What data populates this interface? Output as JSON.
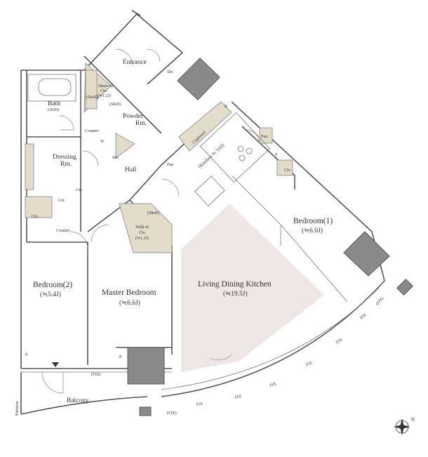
{
  "rooms": {
    "entrance": "Entrance",
    "shoes_in_clo": "Shoes-in",
    "shoes_in_clo_2": "Clo.",
    "shoes_in_size": "(≒1.2J)",
    "shelf_a": "(Shelf)",
    "shelf_b": "(Shelf)",
    "shelf_c": "(Shelf)",
    "bath": "Bath",
    "bath_size": "(1620)",
    "powder_1": "Powder",
    "powder_2": "Rm.",
    "counter_top": "Counter",
    "dressing_1": "Dressing",
    "dressing_2": "Rm.",
    "hall": "Hall",
    "lin_a": "Lin.",
    "lin_b": "Lin.",
    "clo_left": "Clo.",
    "counter_left": "Counter",
    "walkin_1": "Walk-in",
    "walkin_2": "Clo.",
    "walkin_size": "(≒1.1J)",
    "cupboard": "Cupboard",
    "kitchen": "(Kitchen ≒ 3.6J)",
    "pan_a": "Pan.",
    "pan_b": "Pan.",
    "clo_right": "Clo.",
    "sto": "Sto.",
    "sto2": "Sto.",
    "w": "W",
    "r": "R",
    "p_a": "P",
    "p_b": "P",
    "p_c": "P",
    "bedroom1": "Bedroom(1)",
    "bedroom1_size": "(≒6.0J)",
    "bedroom2": "Bedroom(2)",
    "bedroom2_size": "(≒5.4J)",
    "master": "Master Bedroom",
    "master_size": "(≒6.6J)",
    "ldk": "Living Dining Kitchen",
    "ldk_size": "(≒19.5J)",
    "balcony": "Balcony",
    "partition": "Partition"
  },
  "fix_labels": {
    "fix_a": "(FIX)",
    "fix_b": "(FIX)",
    "fix_c": "FIX",
    "fix_d": "FIX",
    "fix_e": "FIX",
    "fix_f": "FIX",
    "fix_g": "FIX",
    "fix_h": "FIX",
    "fix_i": "(FIX)"
  },
  "compass": {
    "north": "N"
  },
  "colors": {
    "ldk_fill": "#efe6e6",
    "storage_fill": "#e3dccb",
    "shaft_fill": "#8a8a8a"
  }
}
